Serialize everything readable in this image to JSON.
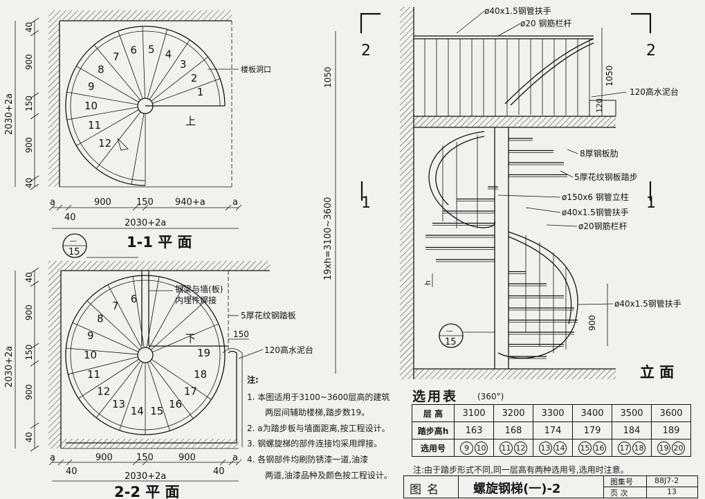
{
  "plan1": {
    "title": "1-1 平 面",
    "dims_left": [
      "40",
      "900",
      "150",
      "900",
      "40"
    ],
    "dim_total": "2030+2a",
    "dims_bottom": [
      "a",
      "40",
      "900",
      "150",
      "940+a",
      "a"
    ],
    "dim_bottom_total": "2030+2a",
    "step_numbers": [
      "1",
      "2",
      "3",
      "4",
      "5",
      "6",
      "7",
      "8",
      "9",
      "10",
      "11",
      "12"
    ],
    "up_label": "上",
    "opening_label": "楼板洞口"
  },
  "plan2": {
    "title": "2-2 平 面",
    "section_mark": {
      "num": "—",
      "sheet": "15"
    },
    "dims_left": [
      "40",
      "900",
      "150",
      "900",
      "40"
    ],
    "dim_total": "2030+2a",
    "dims_bottom": [
      "a",
      "40",
      "900",
      "150",
      "900",
      "40",
      "a"
    ],
    "dim_bottom_total": "2030+2a",
    "step_numbers": [
      "6",
      "7",
      "8",
      "9",
      "10",
      "11",
      "12",
      "13",
      "14",
      "15",
      "16",
      "17",
      "18",
      "19"
    ],
    "down_label": "下",
    "label_beam": "钢梁与墙(板)",
    "label_beam2": "内埋件焊接",
    "label_tread": "5厚花纹钢踏板",
    "label_150": "150",
    "label_screed": "120高水泥台"
  },
  "elevation": {
    "title": "立 面",
    "cut_labels": [
      "2",
      "2",
      "1",
      "1"
    ],
    "labels": {
      "handrail_top": "ø40x1.5钢管扶手",
      "rail_top": "ø20 钢筋栏杆",
      "screed": "120高水泥台",
      "rib": "8厚钢板肋",
      "tread": "5厚花纹钢板踏步",
      "column": "ø150x6 钢管立柱",
      "handrail": "ø40x1.5钢管扶手",
      "rail": "ø20钢筋栏杆",
      "handrail_low": "ø40x1.5钢管扶手"
    },
    "dims": {
      "top_1050": "1050",
      "right_1050": "1050",
      "right_120": "120",
      "height": "19xh=3100~3600",
      "h": "h",
      "h900": "900"
    },
    "section_mark": {
      "num": "—",
      "sheet": "15"
    }
  },
  "notes": {
    "title": "注:",
    "items": [
      {
        "n": "1.",
        "text": "本图适用于3100~3600层高的建筑",
        "cont": "两层间辅助楼梯,踏步数19。"
      },
      {
        "n": "2.",
        "text": "a为踏步板与墙面距离,按工程设计。",
        "cont": ""
      },
      {
        "n": "3.",
        "text": "钢螺旋梯的部件连接均采用焊接。",
        "cont": ""
      },
      {
        "n": "4.",
        "text": "各钢部件均刷防锈漆一道,油漆",
        "cont": "两道,油漆品种及颜色按工程设计。"
      }
    ]
  },
  "selection": {
    "title": "选用表",
    "unit": "(360°)",
    "row_labels": [
      "层 高",
      "踏步高h",
      "选用号"
    ],
    "heights": [
      "3100",
      "3200",
      "3300",
      "3400",
      "3500",
      "3600"
    ],
    "step_h": [
      "163",
      "168",
      "174",
      "179",
      "184",
      "189"
    ],
    "codes": [
      [
        "9",
        "10"
      ],
      [
        "11",
        "12"
      ],
      [
        "13",
        "14"
      ],
      [
        "15",
        "16"
      ],
      [
        "17",
        "18"
      ],
      [
        "19",
        "20"
      ]
    ],
    "footnote": "注:由于踏步形式不同,同一层高有两种选用号,选用时注意。"
  },
  "titleblock": {
    "label": "图名",
    "name": "螺旋钢梯(一)-2",
    "atlas_label": "图集号",
    "atlas": "88J7-2",
    "page_label": "页 次",
    "page": "13"
  }
}
